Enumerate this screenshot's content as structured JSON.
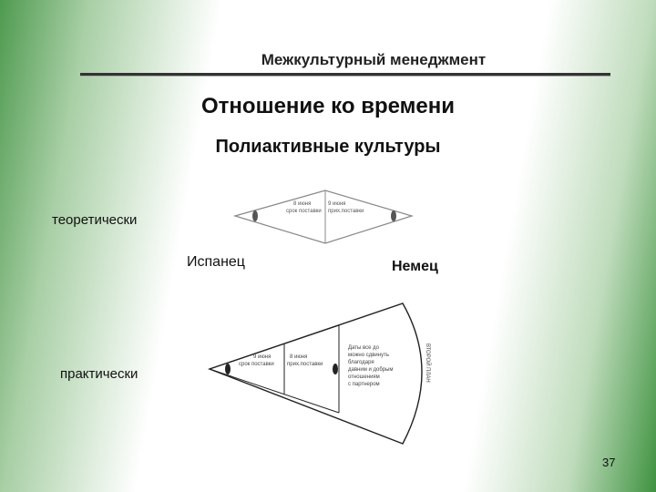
{
  "header": {
    "title": "Межкультурный менеджмент"
  },
  "title": "Отношение ко времени",
  "subtitle": "Полиактивные культуры",
  "labels": {
    "theory": "теоретически",
    "practice": "практически",
    "spaniard": "Испанец",
    "german": "Немец"
  },
  "diagram_theory": {
    "left_text_1": "8 июня",
    "left_text_2": "срок поставки",
    "right_text_1": "9 июня",
    "right_text_2": "прих.поставки"
  },
  "diagram_practice": {
    "left_text_1": "9 июня",
    "left_text_2": "срок поставки",
    "mid_text_1": "8 июня",
    "mid_text_2": "прих.поставки",
    "right_lines": [
      "Даты все до",
      "можно сдвинуть",
      "благодаря",
      "давним и добрым",
      "отношениям",
      "с партнером"
    ],
    "vertical_text": "ВТОРОЙ ПЛАН"
  },
  "page_number": "37"
}
